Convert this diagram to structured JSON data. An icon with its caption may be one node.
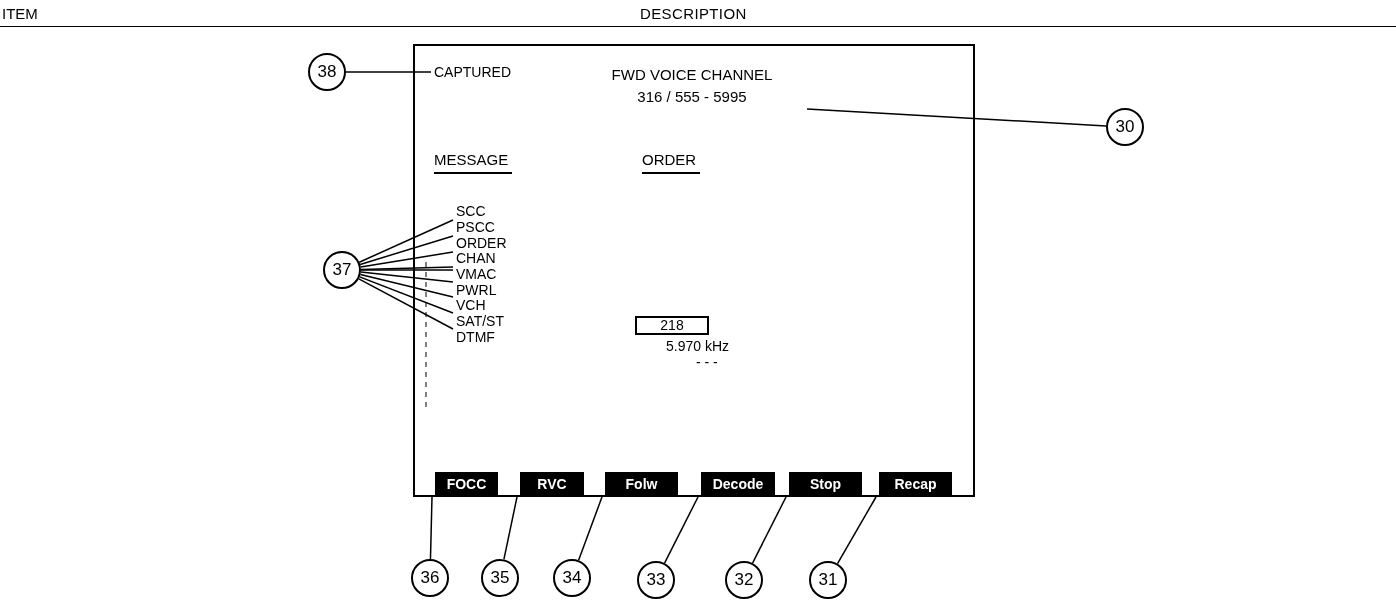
{
  "diagram": {
    "nodes": [
      {
        "text": [],
        "shape": "box"
      },
      {
        "text": [
          "CAPTURED"
        ],
        "in": 0
      },
      {
        "text": [
          "FWD VOICE CHANNEL",
          "316 / 555 - 5995"
        ],
        "in": 0
      },
      {
        "text": [
          "MESSAGE"
        ],
        "in": 0
      },
      {
        "text": [
          "ORDER"
        ],
        "in": 0
      },
      {
        "text": [
          "SCC"
        ],
        "in": 0
      },
      {
        "text": [
          "PSCC"
        ],
        "in": 0
      },
      {
        "text": [
          "ORDER"
        ],
        "in": 0
      },
      {
        "text": [
          "CHAN"
        ],
        "in": 0
      },
      {
        "text": [
          "VMAC"
        ],
        "in": 0
      },
      {
        "text": [
          "PWRL"
        ],
        "in": 0
      },
      {
        "text": [
          "VCH"
        ],
        "in": 0
      },
      {
        "text": [
          "SAT/ST"
        ],
        "in": 0
      },
      {
        "text": [
          "DTMF"
        ],
        "in": 0
      },
      {
        "text": [
          "218"
        ],
        "in": 0
      },
      {
        "text": [
          "5.970 kHz"
        ],
        "in": 0
      },
      {
        "text": [
          "- - -"
        ],
        "in": 0
      },
      {
        "text": [
          "FOCC"
        ],
        "in": 0
      },
      {
        "text": [
          "RVC"
        ],
        "in": 0
      },
      {
        "text": [
          "Folw"
        ],
        "in": 0
      },
      {
        "text": [
          "Decode"
        ],
        "in": 0
      },
      {
        "text": [
          "Stop"
        ],
        "in": 0
      },
      {
        "text": [
          "Recap"
        ],
        "in": 0
      },
      {
        "text": [
          "38"
        ]
      },
      {
        "text": [
          "30"
        ]
      },
      {
        "text": [
          "37"
        ]
      },
      {
        "text": [
          "36"
        ]
      },
      {
        "text": [
          "35"
        ]
      },
      {
        "text": [
          "34"
        ]
      },
      {
        "text": [
          "33"
        ]
      },
      {
        "text": [
          "32"
        ]
      },
      {
        "text": [
          "31"
        ]
      }
    ],
    "edges": [
      {
        "from": 23,
        "to": 1,
        "arrow": "none"
      },
      {
        "from": 24,
        "to": 2,
        "arrow": "none"
      },
      {
        "from": 25,
        "to": 5,
        "arrow": "none"
      },
      {
        "from": 25,
        "to": 6,
        "arrow": "none"
      },
      {
        "from": 25,
        "to": 7,
        "arrow": "none"
      },
      {
        "from": 25,
        "to": 8,
        "arrow": "none"
      },
      {
        "from": 25,
        "to": 9,
        "arrow": "none"
      },
      {
        "from": 25,
        "to": 10,
        "arrow": "none"
      },
      {
        "from": 25,
        "to": 11,
        "arrow": "none"
      },
      {
        "from": 25,
        "to": 12,
        "arrow": "none"
      },
      {
        "from": 25,
        "to": 13,
        "arrow": "none"
      },
      {
        "from": 26,
        "to": 17,
        "arrow": "none"
      },
      {
        "from": 27,
        "to": 18,
        "arrow": "none"
      },
      {
        "from": 28,
        "to": 19,
        "arrow": "none"
      },
      {
        "from": 29,
        "to": 20,
        "arrow": "none"
      },
      {
        "from": 30,
        "to": 21,
        "arrow": "none"
      },
      {
        "from": 31,
        "to": 22,
        "arrow": "none"
      }
    ],
    "labels": [
      "ITEM",
      "DESCRIPTION"
    ]
  }
}
